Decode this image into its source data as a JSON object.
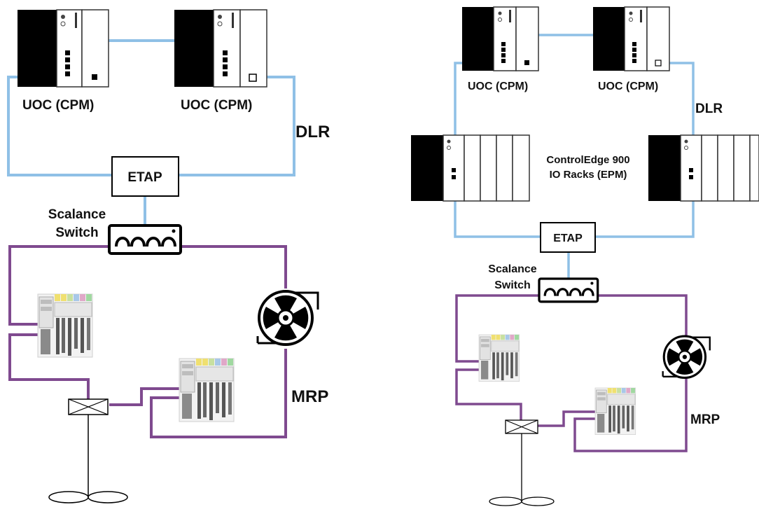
{
  "labels": {
    "uoc_cpm": "UOC (CPM)",
    "dlr": "DLR",
    "etap": "ETAP",
    "scalance_line1": "Scalance",
    "scalance_line2": "Switch",
    "mrp": "MRP",
    "controledge_line1": "ControlEdge 900",
    "controledge_line2": "IO Racks (EPM)"
  },
  "colors": {
    "dlr_ring": "#8fc0e6",
    "mrp_ring": "#7f4a8f",
    "device_black": "#000000",
    "outline": "#111111"
  }
}
